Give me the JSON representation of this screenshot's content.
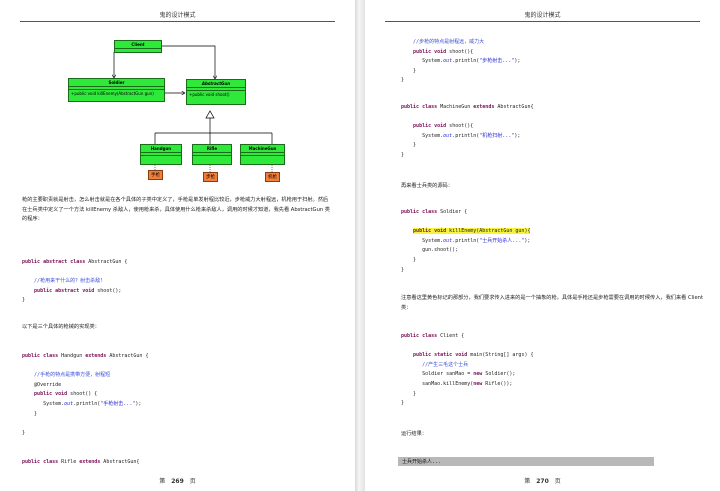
{
  "left_page": {
    "header": "鬼的设计模式",
    "diagram": {
      "client": "Client",
      "soldier": {
        "name": "Soldier",
        "op": "+public void killEnemy(AbstractGun gun)"
      },
      "abstract_gun": {
        "name": "AbstractGun",
        "op": "+public void  shoot()"
      },
      "handgun": "Handgun",
      "rifle": "Rifle",
      "machine_gun": "MachineGun",
      "note_handgun": "手枪",
      "note_rifle": "步枪",
      "note_machinegun": "机枪"
    },
    "paragraph1": "枪的主要职责就是射击，怎么射击就是在各个具体的子类中定义了，手枪是单发射程比较近，步枪威力大射程远，机枪用于扫射。然后在士兵类中定义了一个方法 killEnemy 杀敌人，使用枪来杀，具体使用什么枪来杀敌人，调用的时候才知道，我先看 AbstractGun 类的程序：",
    "code1": {
      "l1": "public abstract class AbstractGun {",
      "l2": "//枪用来干什么的？射击杀敌！",
      "l3": "public abstract void shoot();",
      "l4": "}"
    },
    "paragraph2": "以下是三个具体的枪械的实现类：",
    "code2": {
      "l1": "public class Handgun extends AbstractGun {",
      "l2": "//手枪的特点是携带方便，射程短",
      "l3": "@Override",
      "l4": "public void shoot() {",
      "l5_pre": "System.",
      "l5_out": "out",
      "l5_mid": ".println(",
      "l5_str": "\"手枪射击...\"",
      "l5_end": ");",
      "l6": "}",
      "l7": "}",
      "l8": "public class Rifle extends AbstractGun{"
    },
    "footer_prefix": "第",
    "footer_num": "269",
    "footer_suffix": "页"
  },
  "right_page": {
    "header": "鬼的设计模式",
    "code1": {
      "l1": "//步枪的特点是射程远，威力大",
      "l2": "public void shoot(){",
      "l3_pre": "System.",
      "l3_out": "out",
      "l3_mid": ".println(",
      "l3_str": "\"步枪射击...\"",
      "l3_end": ");",
      "l4": "}",
      "l5": "}"
    },
    "code2": {
      "l1": "public class MachineGun extends AbstractGun{",
      "l2": "public void shoot(){",
      "l3_pre": "System.",
      "l3_out": "out",
      "l3_mid": ".println(",
      "l3_str": "\"机枪扫射...\"",
      "l3_end": ");",
      "l4": "}",
      "l5": "}"
    },
    "paragraph1": "再来看士兵类的源码：",
    "code3": {
      "l1": "public class Soldier {",
      "l2": "public void killEnemy(AbstractGun gun){",
      "l3_pre": "System.",
      "l3_out": "out",
      "l3_mid": ".println(",
      "l3_str": "\"士兵开始杀人...\"",
      "l3_end": ");",
      "l4": "gun.shoot();",
      "l5": "}",
      "l6": "}"
    },
    "paragraph2": "注意看这里黄色标记的那部分，我们要求传入进来的是一个抽象的枪，具体是手枪还是步枪需要在调用的时候传入，我们来看 Client 类：",
    "code4": {
      "l1": "public class Client {",
      "l2": "public static void main(String[] args) {",
      "l3": "//产生三毛这个士兵",
      "l4": "Soldier sanMao = new Soldier();",
      "l5": "sanMao.killEnemy(new Rifle());",
      "l6": "}",
      "l7": "}"
    },
    "paragraph3": "运行结果：",
    "output": "士兵开始杀人...",
    "footer_prefix": "第",
    "footer_num": "270",
    "footer_suffix": "页"
  }
}
